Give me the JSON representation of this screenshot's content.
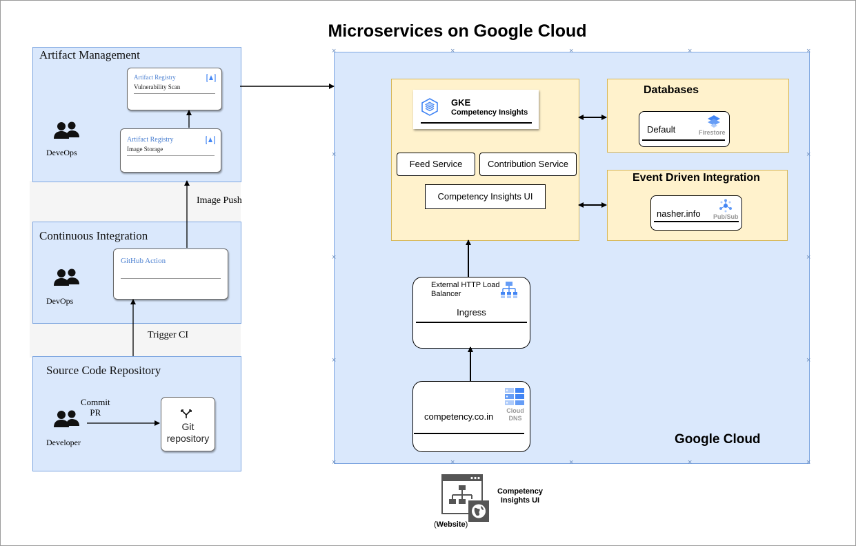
{
  "title": "Microservices on Google Cloud",
  "stages": {
    "artifact": {
      "title": "Artifact Management",
      "role": "DeveOps",
      "vuln_card": {
        "product": "Artifact Registry",
        "task": "Vulnerability Scan"
      },
      "storage_card": {
        "product": "Artifact Registry",
        "task": "Image Storage"
      }
    },
    "ci": {
      "title": "Continuous Integration",
      "role": "DevOps",
      "action_card": {
        "product": "GitHub Action"
      }
    },
    "source": {
      "title": "Source Code Repository",
      "role": "Developer",
      "repo_label": "Git\nrepository"
    }
  },
  "edges": {
    "image_push": "Image Push",
    "trigger_ci": "Trigger CI",
    "commit_pr": "Commit\nPR"
  },
  "cloud": {
    "label": "Google Cloud",
    "gke": {
      "name": "GKE",
      "subtitle": "Competency Insights",
      "services": [
        "Feed Service",
        "Contribution Service"
      ],
      "ui": "Competency Insights UI"
    },
    "databases": {
      "title": "Databases",
      "item": "Default",
      "product": "Firestore"
    },
    "events": {
      "title": "Event Driven Integration",
      "item": "nasher.info",
      "product": "Pub/Sub"
    },
    "load_balancer": {
      "name": "External HTTP Load\nBalancer",
      "sub": "Ingress"
    },
    "dns": {
      "domain": "competency.co.in",
      "product": "Cloud\nDNS"
    }
  },
  "website": {
    "name": "Competency\nInsights UI",
    "caption_open": "(",
    "caption": "Website",
    "caption_close": ")"
  },
  "colors": {
    "stage_fill": "#dae8fc",
    "stage_border": "#7ea6e0",
    "cloud_fill": "#dae8fc",
    "yellow_fill": "#fff2cc",
    "yellow_border": "#d6b656",
    "gcp_blue": "#4285f4"
  }
}
